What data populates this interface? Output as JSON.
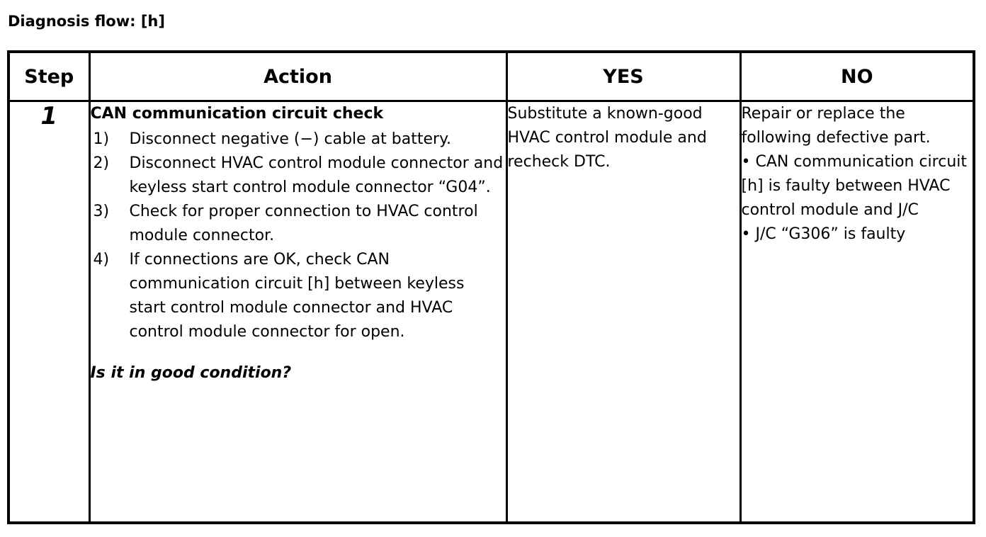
{
  "page": {
    "title": "Diagnosis flow: [h]"
  },
  "table": {
    "headers": {
      "step": "Step",
      "action": "Action",
      "yes": "YES",
      "no": "NO"
    },
    "rows": [
      {
        "step": "1",
        "action": {
          "title": "CAN communication circuit check",
          "items": [
            {
              "num": "1)",
              "text": "Disconnect negative (−) cable at battery."
            },
            {
              "num": "2)",
              "text": "Disconnect HVAC control module connector and keyless start control module connector “G04”."
            },
            {
              "num": "3)",
              "text": "Check for proper connection to HVAC control module connector."
            },
            {
              "num": "4)",
              "text": "If connections are OK, check CAN communication circuit [h] between keyless start control module connector and HVAC control module connector for open."
            }
          ],
          "question": "Is it in good condition?"
        },
        "yes": {
          "text": "Substitute a known-good HVAC control module and recheck DTC."
        },
        "no": {
          "intro": "Repair or replace the following defective part.",
          "bullets": [
            "• CAN communication circuit [h] is faulty between HVAC control module and J/C",
            "• J/C “G306” is faulty"
          ]
        }
      }
    ]
  },
  "colors": {
    "border": "#000000",
    "text": "#000000",
    "background": "#ffffff"
  }
}
